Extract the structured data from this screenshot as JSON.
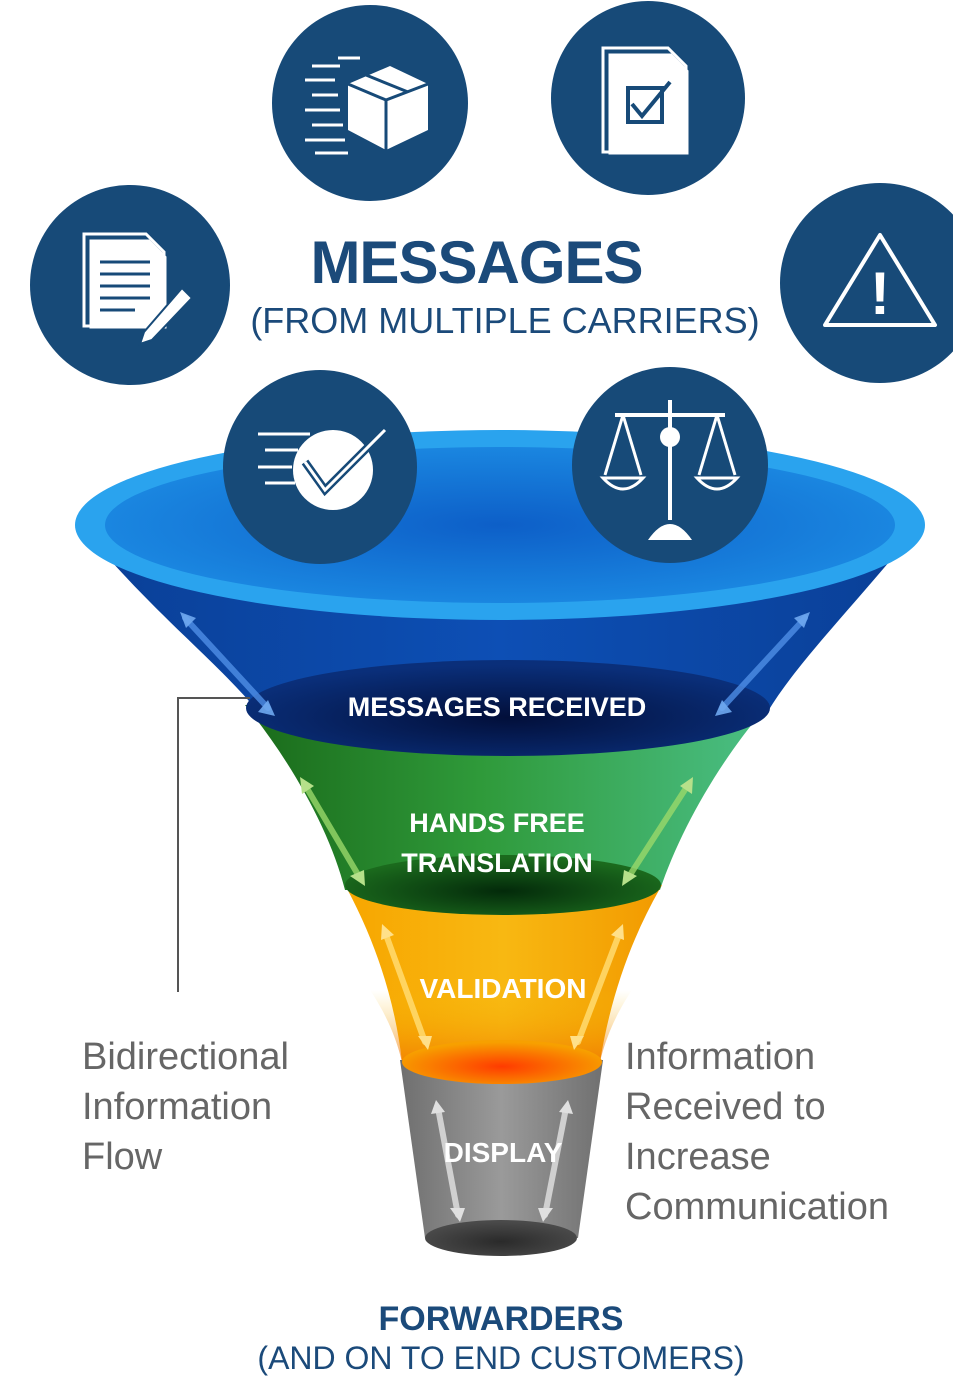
{
  "header": {
    "title": "MESSAGES",
    "subtitle": "(FROM MULTIPLE CARRIERS)"
  },
  "icons": [
    {
      "name": "document-pen-icon",
      "color": "#174a78"
    },
    {
      "name": "fast-shipping-box-icon",
      "color": "#174a78"
    },
    {
      "name": "document-checkbox-icon",
      "color": "#174a78"
    },
    {
      "name": "warning-icon",
      "color": "#174a78"
    },
    {
      "name": "fast-checkmark-icon",
      "color": "#174a78"
    },
    {
      "name": "scales-icon",
      "color": "#174a78"
    }
  ],
  "funnel": {
    "stages": [
      {
        "label": "MESSAGES RECEIVED",
        "color": "#0b3a8a"
      },
      {
        "label_line1": "HANDS FREE",
        "label_line2": "TRANSLATION",
        "color": "#2f8a3c"
      },
      {
        "label": "VALIDATION",
        "color": "#f59a00"
      },
      {
        "label": "DISPLAY",
        "color": "#8c8c8c"
      }
    ],
    "rim_color": "#1f9be8"
  },
  "annotations": {
    "left": [
      "Bidirectional",
      "Information",
      "Flow"
    ],
    "right": [
      "Information",
      "Received to",
      "Increase",
      "Communication"
    ]
  },
  "footer": {
    "title": "FORWARDERS",
    "subtitle": "(AND ON TO END CUSTOMERS)"
  }
}
